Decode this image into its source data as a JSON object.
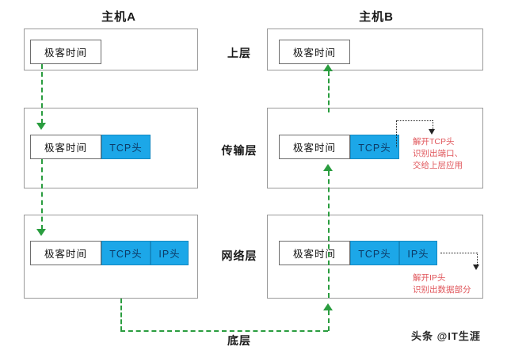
{
  "diagram": {
    "title_left": "主机A",
    "title_right": "主机B",
    "layers": [
      {
        "key": "upper",
        "label": "上层"
      },
      {
        "key": "transport",
        "label": "传输层"
      },
      {
        "key": "network",
        "label": "网络层"
      },
      {
        "key": "bottom",
        "label": "底层"
      }
    ],
    "payload_label": "极客时间",
    "tcp_header_label": "TCP头",
    "ip_header_label": "IP头",
    "packets": {
      "left_upper": [
        "极客时间"
      ],
      "left_transport": [
        "极客时间",
        "TCP头"
      ],
      "left_network": [
        "极客时间",
        "TCP头",
        "IP头"
      ],
      "right_upper": [
        "极客时间"
      ],
      "right_transport": [
        "极客时间",
        "TCP头"
      ],
      "right_network": [
        "极客时间",
        "TCP头",
        "IP头"
      ]
    },
    "annotations": [
      {
        "key": "transport_note",
        "lines": [
          "解开TCP头",
          "识别出端口、",
          "交给上层应用"
        ]
      },
      {
        "key": "network_note",
        "lines": [
          "解开IP头",
          "识别出数据部分"
        ]
      }
    ],
    "colors": {
      "header_blue": "#1CA7E8",
      "flow_green": "#2A9D3F",
      "note_red": "#E0565B",
      "box_border": "#9A9A9A"
    }
  },
  "footer": {
    "watermark": "头条 @IT生涯"
  }
}
